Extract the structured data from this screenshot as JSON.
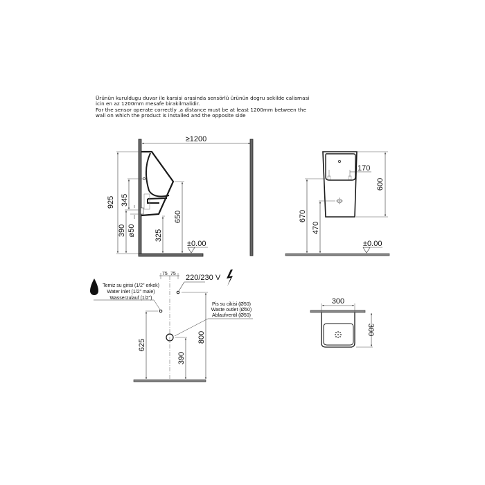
{
  "note": {
    "line1_tr": "Ürünün kuruldugu duvar ile karsisi arasinda sensörlü ürünün dogru sekilde calismasi",
    "line2_tr": "icin en az 1200mm mesafe birakilmalidir.",
    "line3_en": "For the sensor operate correctly ,a distance must be at least 1200mm between the",
    "line4_en": "wall on which the product is installed and the opposite side"
  },
  "side_view": {
    "clearance": "≥1200",
    "height_total": "925",
    "dim_345": "345",
    "dim_390": "390",
    "dim_d50": "ø50",
    "dim_325": "325",
    "dim_650": "650",
    "floor_level": "±0.00"
  },
  "front_view": {
    "dim_170": "170",
    "dim_600": "600",
    "dim_670": "670",
    "dim_470": "470",
    "floor_level": "±0.00"
  },
  "installation_view": {
    "dim_75_left": "75",
    "dim_75_right": "75",
    "voltage": "220/230 V",
    "water_inlet_tr": "Temiz su girisi (1/2\" erkek)",
    "water_inlet_en": "Water inlet (1/2\" male)",
    "water_inlet_de": "Wasserzulauf (1/2\")",
    "waste_outlet_tr": "Pis su cikisi (Ø50)",
    "waste_outlet_en": "Waste outlet (Ø50)",
    "waste_outlet_de": "Ablaufventil (Ø50)",
    "dim_625": "625",
    "dim_800": "800",
    "dim_390": "390",
    "icons": [
      "water-drop-icon",
      "lightning-icon"
    ]
  },
  "top_view": {
    "width": "300",
    "depth": "300"
  },
  "colors": {
    "line": "#1a1a1a",
    "wall_fill": "#8a8a8a",
    "thin_line": "#555555"
  }
}
